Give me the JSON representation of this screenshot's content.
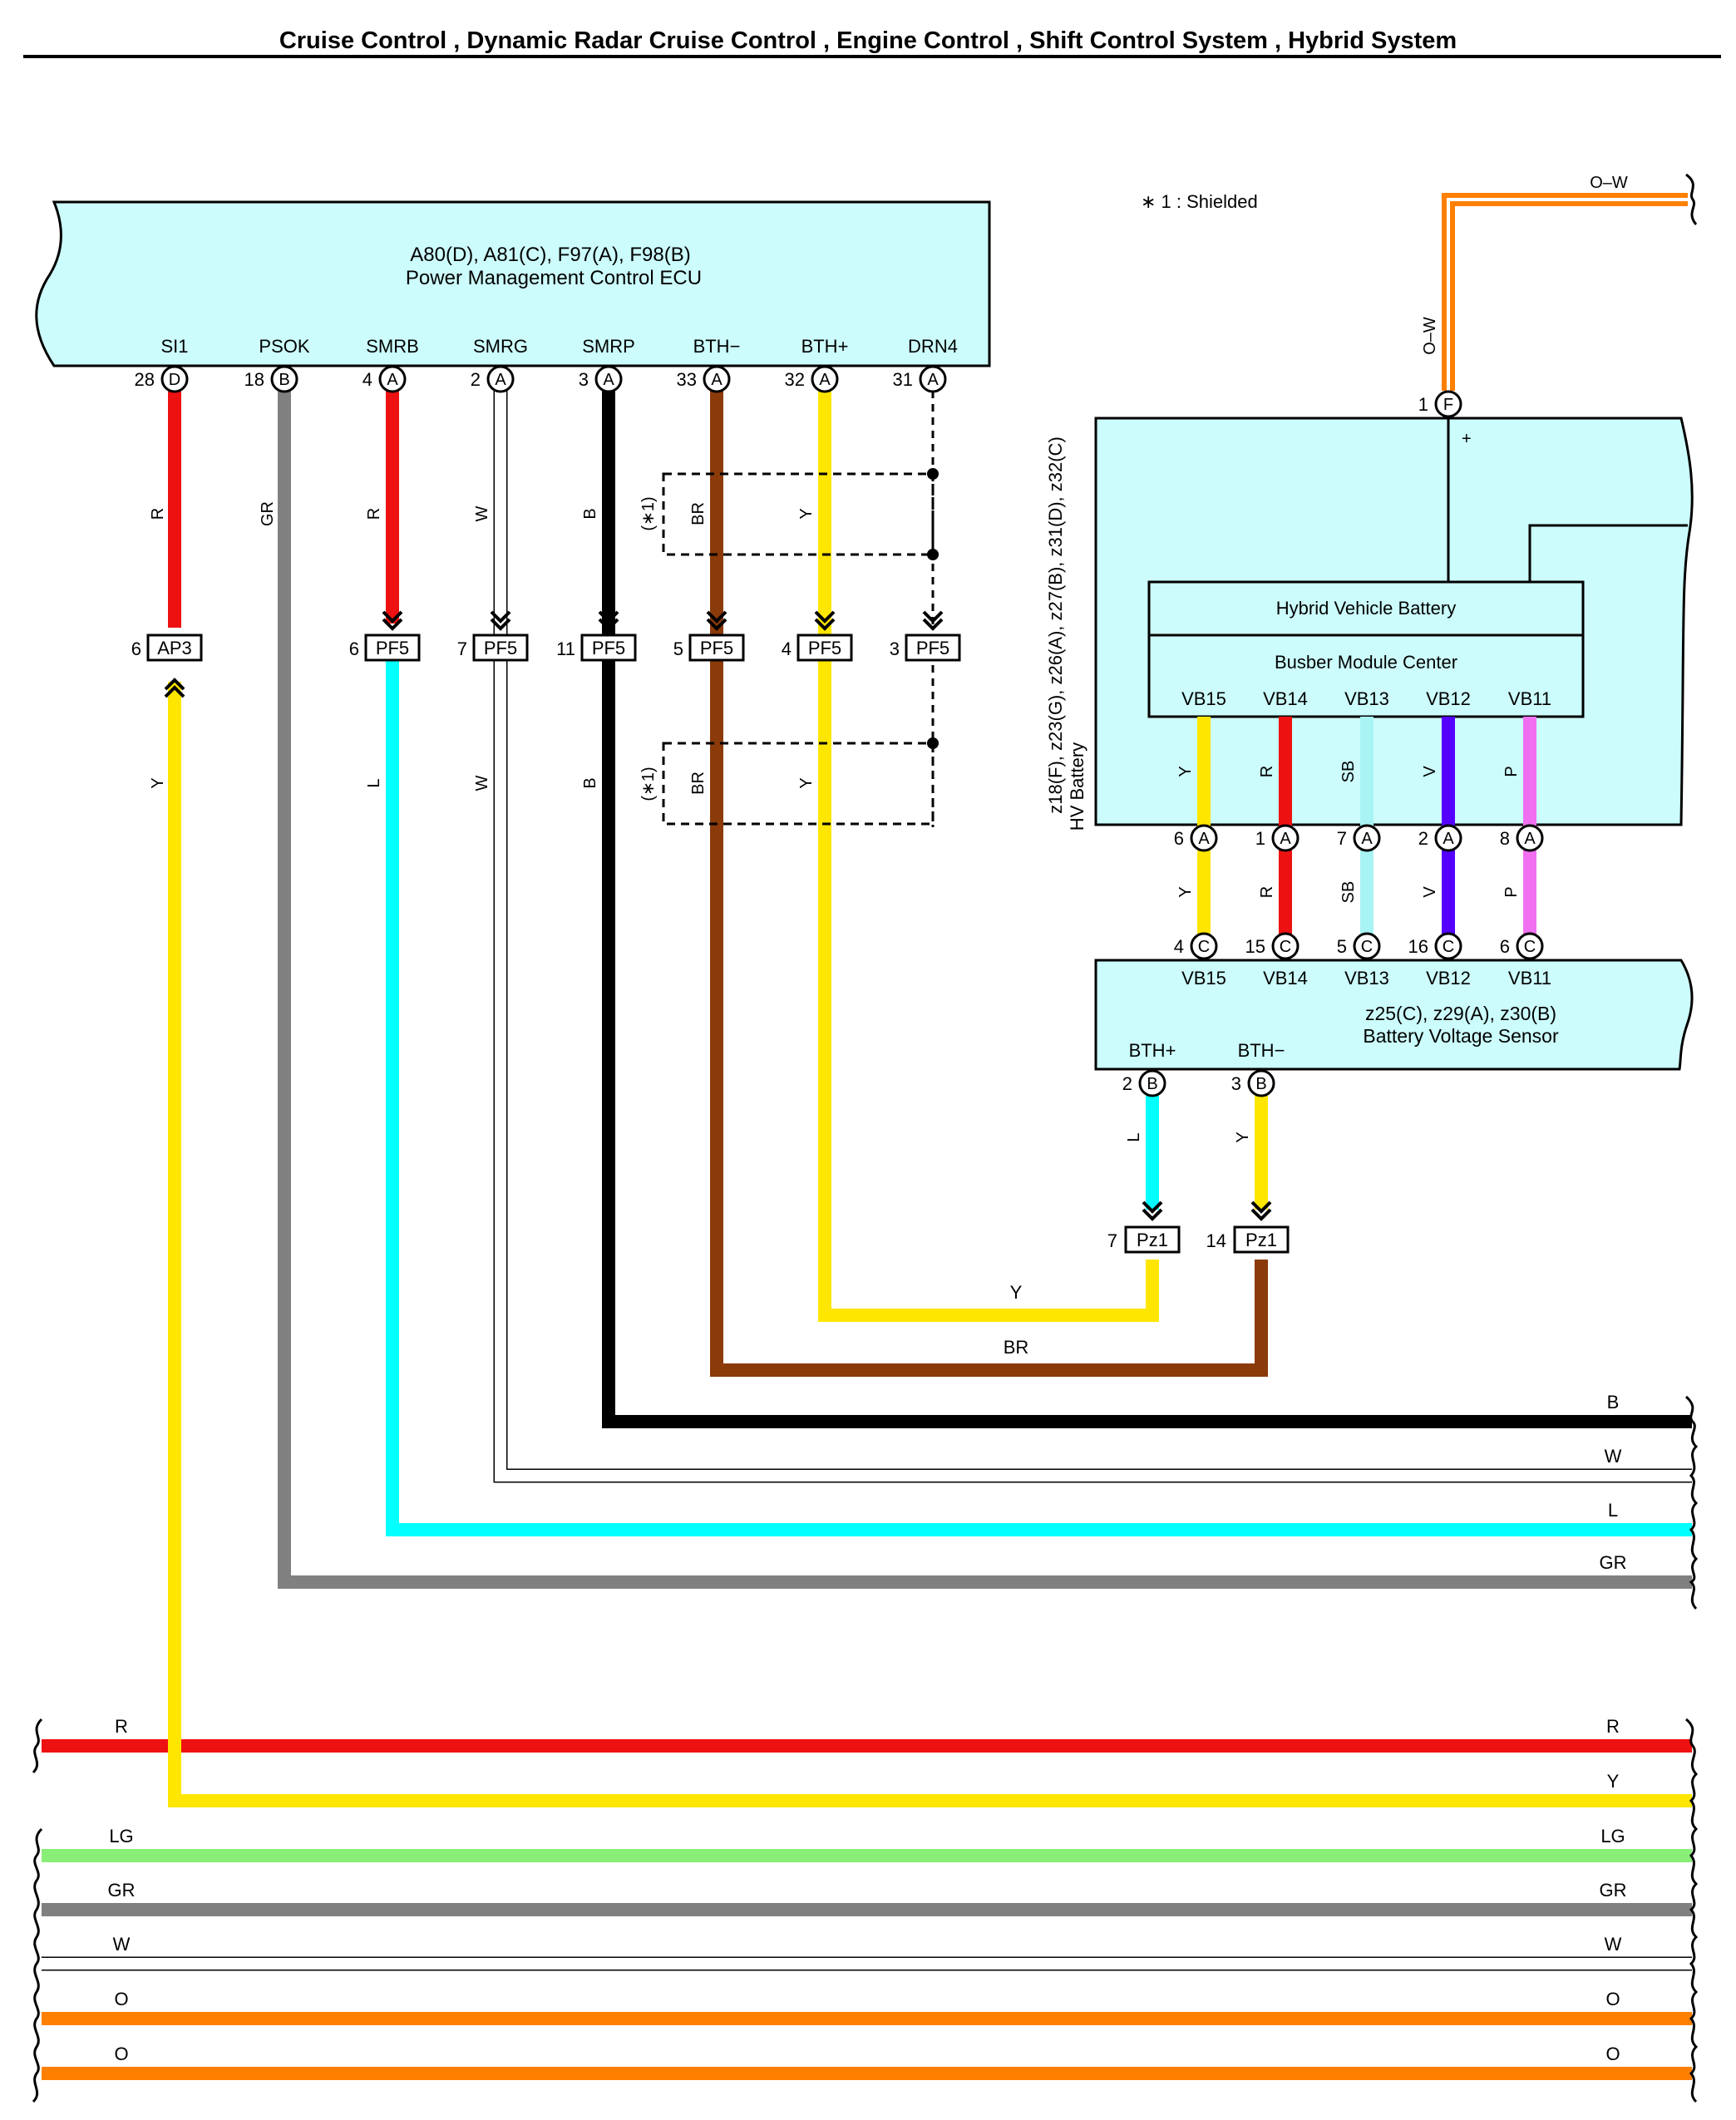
{
  "header": {
    "title": "Cruise Control , Dynamic Radar Cruise Control , Engine Control , Shift Control System , Hybrid System"
  },
  "note": "∗ 1 : Shielded",
  "shield_tag": "(∗1)",
  "ecu": {
    "connectors": "A80(D), A81(C), F97(A), F98(B)",
    "name": "Power Management Control ECU",
    "terminals": [
      {
        "name": "SI1",
        "pin": "28",
        "conn": "D"
      },
      {
        "name": "PSOK",
        "pin": "18",
        "conn": "B"
      },
      {
        "name": "SMRB",
        "pin": "4",
        "conn": "A"
      },
      {
        "name": "SMRG",
        "pin": "2",
        "conn": "A"
      },
      {
        "name": "SMRP",
        "pin": "3",
        "conn": "A"
      },
      {
        "name": "BTH−",
        "pin": "33",
        "conn": "A"
      },
      {
        "name": "BTH+",
        "pin": "32",
        "conn": "A"
      },
      {
        "name": "DRN4",
        "pin": "31",
        "conn": "A"
      }
    ]
  },
  "upper_wire_labels": [
    "R",
    "GR",
    "R",
    "W",
    "B",
    "BR",
    "Y"
  ],
  "lower_wire_labels": [
    "Y",
    "L",
    "W",
    "B",
    "BR",
    "Y"
  ],
  "junctions": [
    {
      "pin": "6",
      "name": "AP3"
    },
    {
      "pin": "6",
      "name": "PF5"
    },
    {
      "pin": "7",
      "name": "PF5"
    },
    {
      "pin": "11",
      "name": "PF5"
    },
    {
      "pin": "5",
      "name": "PF5"
    },
    {
      "pin": "4",
      "name": "PF5"
    },
    {
      "pin": "3",
      "name": "PF5"
    }
  ],
  "hv_battery": {
    "connectors": "z18(F), z23(G), z26(A), z27(B), z31(D), z32(C)",
    "name": "HV Battery",
    "feed_pin": "1",
    "feed_conn": "F",
    "feed_wire": "O–W",
    "plus": "+",
    "inner_title": "Hybrid Vehicle Battery",
    "inner_sub": "Busber Module Center",
    "terminals": [
      {
        "name": "VB15",
        "color": "Y",
        "pin": "6",
        "conn": "A"
      },
      {
        "name": "VB14",
        "color": "R",
        "pin": "1",
        "conn": "A"
      },
      {
        "name": "VB13",
        "color": "SB",
        "pin": "7",
        "conn": "A"
      },
      {
        "name": "VB12",
        "color": "V",
        "pin": "2",
        "conn": "A"
      },
      {
        "name": "VB11",
        "color": "P",
        "pin": "8",
        "conn": "A"
      }
    ]
  },
  "sensor": {
    "connectors": "z25(C), z29(A), z30(B)",
    "name": "Battery Voltage Sensor",
    "top_terminals": [
      {
        "name": "VB15",
        "pin": "4",
        "conn": "C"
      },
      {
        "name": "VB14",
        "pin": "15",
        "conn": "C"
      },
      {
        "name": "VB13",
        "pin": "5",
        "conn": "C"
      },
      {
        "name": "VB12",
        "pin": "16",
        "conn": "C"
      },
      {
        "name": "VB11",
        "pin": "6",
        "conn": "C"
      }
    ],
    "bottom_terminals": [
      {
        "name": "BTH+",
        "pin": "2",
        "conn": "B",
        "wire": "L"
      },
      {
        "name": "BTH−",
        "pin": "3",
        "conn": "B",
        "wire": "Y"
      }
    ]
  },
  "pz1_junctions": [
    {
      "pin": "7",
      "name": "Pz1"
    },
    {
      "pin": "14",
      "name": "Pz1"
    }
  ],
  "crossover_labels": {
    "y": "Y",
    "br": "BR"
  },
  "right_exits": [
    "B",
    "W",
    "L",
    "GR"
  ],
  "bus_lines": [
    {
      "left": "R",
      "right": "R",
      "color": "#ee1111"
    },
    {
      "left": "",
      "right": "Y",
      "color": "#ffe600"
    },
    {
      "left": "LG",
      "right": "LG",
      "color": "#88ee77"
    },
    {
      "left": "GR",
      "right": "GR",
      "color": "#808080"
    },
    {
      "left": "W",
      "right": "W",
      "color": "#ffffff"
    },
    {
      "left": "O",
      "right": "O",
      "color": "#ff8000"
    },
    {
      "left": "O",
      "right": "O",
      "color": "#ff8000"
    }
  ],
  "colors": {
    "component_fill": "#ccfcfc",
    "R": "#ee1111",
    "GR": "#808080",
    "W": "#ffffff",
    "B": "#000000",
    "BR": "#8b3a0a",
    "Y": "#ffe600",
    "L": "#00ffff",
    "SB": "#a8f4f4",
    "V": "#5500ff",
    "P": "#f070f0",
    "O": "#ff8000",
    "LG": "#88ee77"
  }
}
